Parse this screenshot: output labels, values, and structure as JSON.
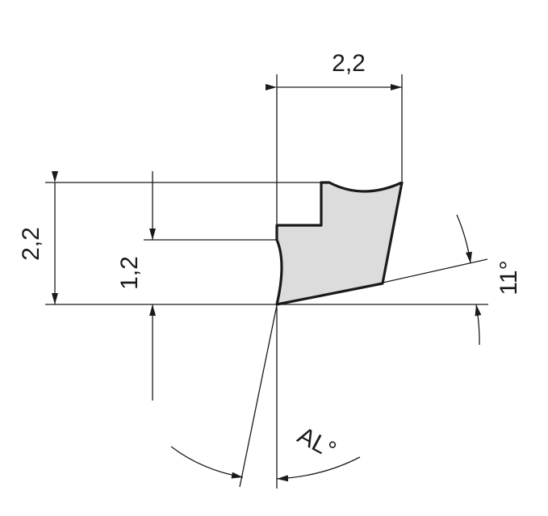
{
  "dimensions": {
    "top_width": "2,2",
    "left_height": "2,2",
    "step_height": "1,2",
    "clearance_angle": "11°",
    "side_angle": "AL°"
  },
  "colors": {
    "line": "#1a1a1a",
    "profile_fill": "#dcdcdc",
    "background": "#ffffff"
  }
}
